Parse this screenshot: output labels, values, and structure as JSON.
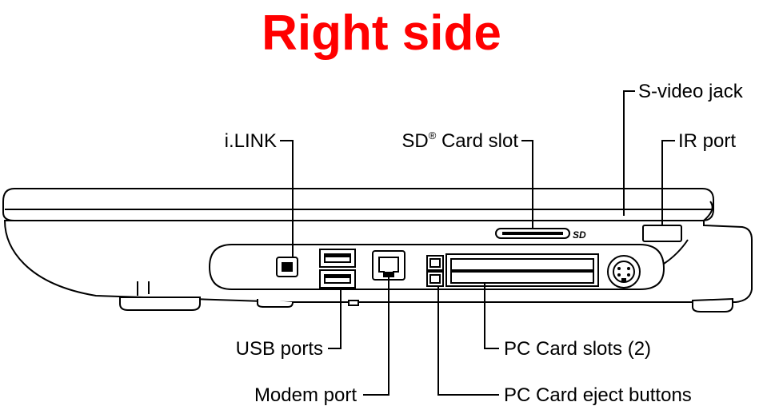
{
  "title": "Right side",
  "labels": {
    "ilink": "i.LINK",
    "sd_card_slot_prefix": "SD",
    "sd_card_slot_reg": "®",
    "sd_card_slot_suffix": " Card slot",
    "svideo_jack": "S-video jack",
    "ir_port": "IR port",
    "usb_ports": "USB ports",
    "modem_port": "Modem port",
    "pc_card_slots": "PC Card slots (2)",
    "pc_card_eject_buttons": "PC Card eject buttons"
  },
  "sd_logo": "SD"
}
